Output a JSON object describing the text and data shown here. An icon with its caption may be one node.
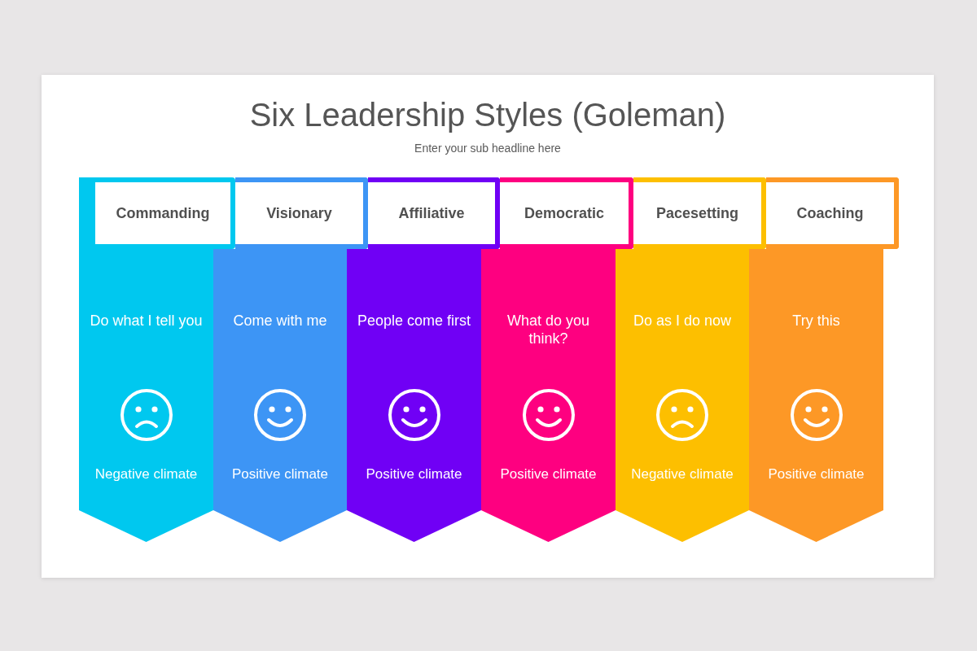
{
  "diagram": {
    "title": "Six Leadership Styles (Goleman)",
    "nodes": [
      {
        "text": [
          "Commanding"
        ]
      },
      {
        "text": [
          "Do what I tell you",
          "Negative climate"
        ]
      },
      {
        "text": [
          "Visionary"
        ]
      },
      {
        "text": [
          "Come with me",
          "Positive climate"
        ]
      },
      {
        "text": [
          "Affiliative"
        ]
      },
      {
        "text": [
          "People come first",
          "Positive climate"
        ]
      },
      {
        "text": [
          "Democratic"
        ]
      },
      {
        "text": [
          "What do you think?",
          "Positive climate"
        ]
      },
      {
        "text": [
          "Pacesetting"
        ]
      },
      {
        "text": [
          "Do as I do now",
          "Negative climate"
        ]
      },
      {
        "text": [
          "Coaching"
        ]
      },
      {
        "text": [
          "Try this",
          "Positive climate"
        ]
      }
    ],
    "labels": [
      "Enter your sub headline here"
    ]
  }
}
